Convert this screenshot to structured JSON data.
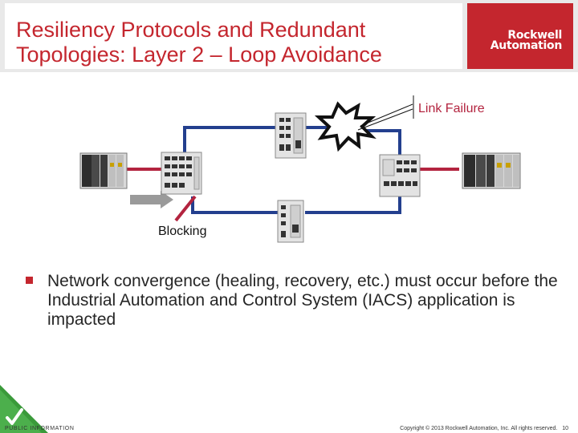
{
  "header": {
    "title_line1": "Resiliency Protocols and Redundant",
    "title_line2": "Topologies: Layer 2 – Loop Avoidance",
    "logo_line1": "Rockwell",
    "logo_line2": "Automation",
    "logo_color": "#c4262e"
  },
  "diagram": {
    "link_failure_label": "Link Failure",
    "blocking_label": "Blocking",
    "ring_color": "#233f8e",
    "uplink_color": "#b3243f"
  },
  "bullets": [
    "Network convergence (healing, recovery, etc.) must occur before the Industrial Automation and Control System (IACS) application is impacted"
  ],
  "footer": {
    "classification": "PUBLIC INFORMATION",
    "copyright": "Copyright © 2013 Rockwell Automation, Inc. All rights reserved.",
    "page_number": "10"
  }
}
